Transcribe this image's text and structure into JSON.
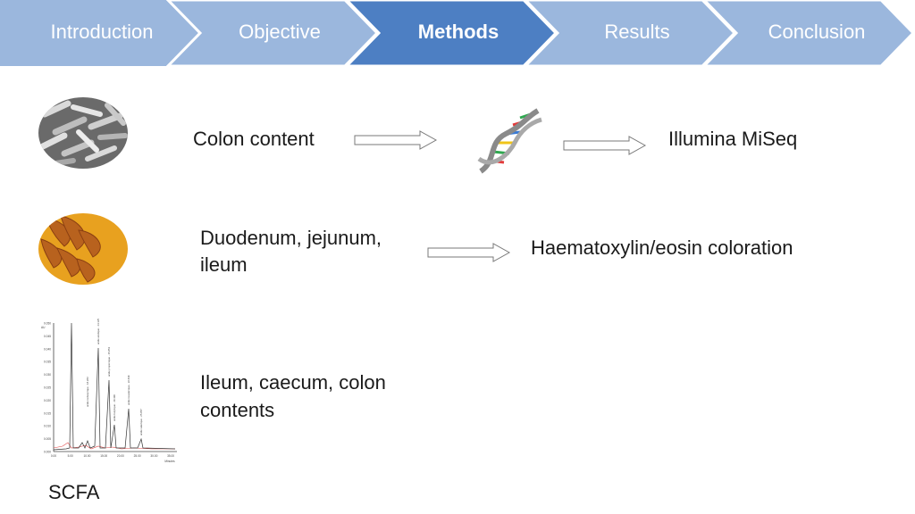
{
  "nav": {
    "tabs": [
      {
        "label": "Introduction",
        "active": false
      },
      {
        "label": "Objective",
        "active": false
      },
      {
        "label": "Methods",
        "active": true
      },
      {
        "label": "Results",
        "active": false
      },
      {
        "label": "Conclusion",
        "active": false
      }
    ],
    "colors": {
      "inactive": "#9bb7dd",
      "active": "#4d7fc3",
      "separator": "#ffffff",
      "text": "#ffffff"
    }
  },
  "rows": [
    {
      "source": "Colon content",
      "step": "Illumina MiSeq"
    },
    {
      "source_line1": "Duodenum, jejunum,",
      "source_line2": "ileum",
      "step": "Haematoxylin/eosin coloration"
    },
    {
      "source_line1": "Ileum, caecum, colon",
      "source_line2": "contents"
    }
  ],
  "chromatogram": {
    "caption": "SCFA",
    "x_ticks": [
      "0.00",
      "5.00",
      "10.00",
      "15.00",
      "20.00",
      "25.00",
      "30.00",
      "35.00"
    ],
    "x_unit": "Minutes",
    "y_label": "AU",
    "y_ticks": [
      "0.000",
      "0.005",
      "0.010",
      "0.015",
      "0.020",
      "0.025",
      "0.030",
      "0.035",
      "0.040",
      "0.045",
      "0.050"
    ],
    "peak_labels": [
      "acide acetique - 14.125",
      "acide propionique - 15.853",
      "acide isobutyrique - 18.283",
      "acide butyrique - 19.390",
      "acide isovalerique - 22.849",
      "acide valerique - 25.857"
    ]
  }
}
